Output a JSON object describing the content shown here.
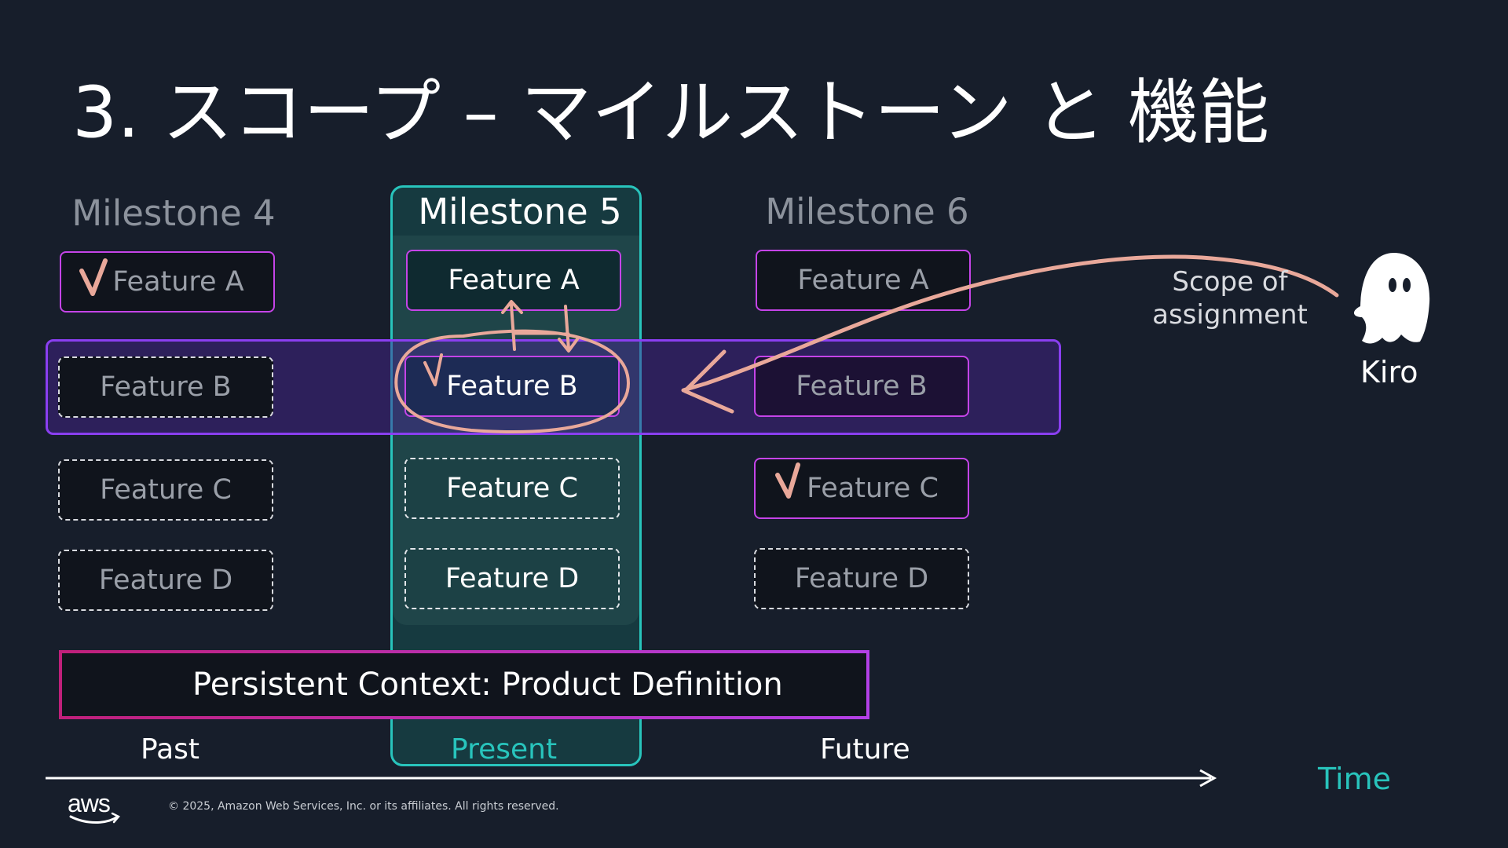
{
  "slide": {
    "title": "3. スコープ – マイルストーン と 機能"
  },
  "milestones": [
    {
      "label": "Milestone 4",
      "features": [
        {
          "label": "Feature A",
          "checked": true
        },
        {
          "label": "Feature B",
          "checked": false
        },
        {
          "label": "Feature C",
          "checked": false
        },
        {
          "label": "Feature D",
          "checked": false
        }
      ]
    },
    {
      "label": "Milestone 5",
      "features": [
        {
          "label": "Feature A",
          "checked": false
        },
        {
          "label": "Feature B",
          "checked": true
        },
        {
          "label": "Feature C",
          "checked": false
        },
        {
          "label": "Feature D",
          "checked": false
        }
      ]
    },
    {
      "label": "Milestone 6",
      "features": [
        {
          "label": "Feature A",
          "checked": false
        },
        {
          "label": "Feature B",
          "checked": false
        },
        {
          "label": "Feature C",
          "checked": true
        },
        {
          "label": "Feature D",
          "checked": false
        }
      ]
    }
  ],
  "persistent_context": "Persistent Context:  Product Definition",
  "timeline": {
    "past": "Past",
    "present": "Present",
    "future": "Future",
    "axis_label": "Time"
  },
  "kiro": {
    "name": "Kiro",
    "note_line1": "Scope of",
    "note_line2": "assignment"
  },
  "footer": {
    "logo_text": "aws",
    "copyright": "© 2025, Amazon Web Services, Inc. or its affiliates. All rights reserved."
  },
  "colors": {
    "background": "#171e2b",
    "accent_teal": "#28c4bc",
    "accent_purple": "#8a3ff0",
    "accent_magenta": "#c544e8",
    "annotation_pink": "#e9a89a"
  }
}
